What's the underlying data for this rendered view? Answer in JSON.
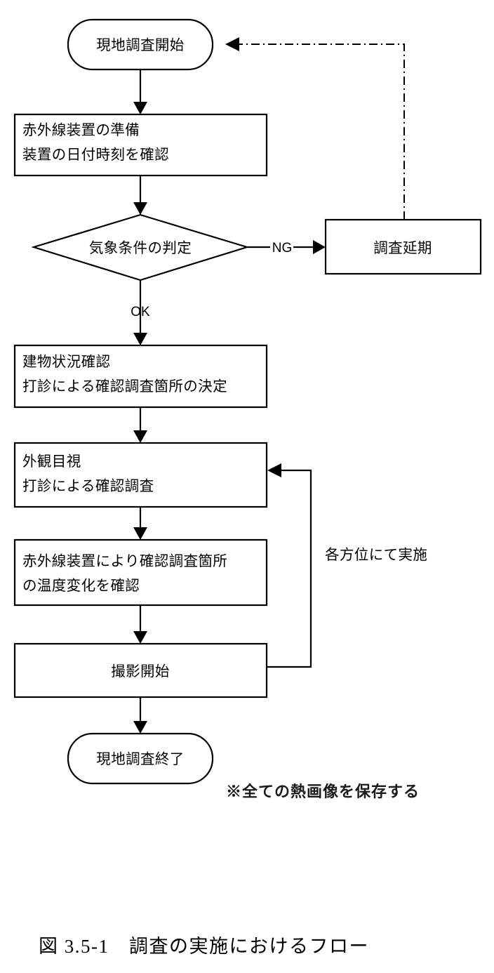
{
  "diagram": {
    "caption": "図 3.5-1　調査の実施におけるフロー",
    "note": "※全ての熱画像を保存する",
    "nodes": {
      "start": {
        "label": "現地調査開始",
        "shape": "terminator"
      },
      "prepare": {
        "line1": "赤外線装置の準備",
        "line2": "装置の日付時刻を確認",
        "shape": "process"
      },
      "weather_decision": {
        "label": "気象条件の判定",
        "shape": "decision"
      },
      "postpone": {
        "label": "調査延期",
        "shape": "process"
      },
      "building_check": {
        "line1": "建物状況確認",
        "line2": "打診による確認調査箇所の決定",
        "shape": "process"
      },
      "visual_check": {
        "line1": "外観目視",
        "line2": "打診による確認調査",
        "shape": "process"
      },
      "thermal_check": {
        "line1": "赤外線装置により確認調査箇所",
        "line2": "の温度変化を確認",
        "shape": "process"
      },
      "shoot_start": {
        "label": "撮影開始",
        "shape": "process"
      },
      "end": {
        "label": "現地調査終了",
        "shape": "terminator"
      }
    },
    "edge_labels": {
      "ng": "NG",
      "ok": "OK",
      "loop": "各方位にて実施"
    },
    "colors": {
      "stroke": "#000000",
      "fill": "#ffffff",
      "text": "#000000"
    }
  }
}
